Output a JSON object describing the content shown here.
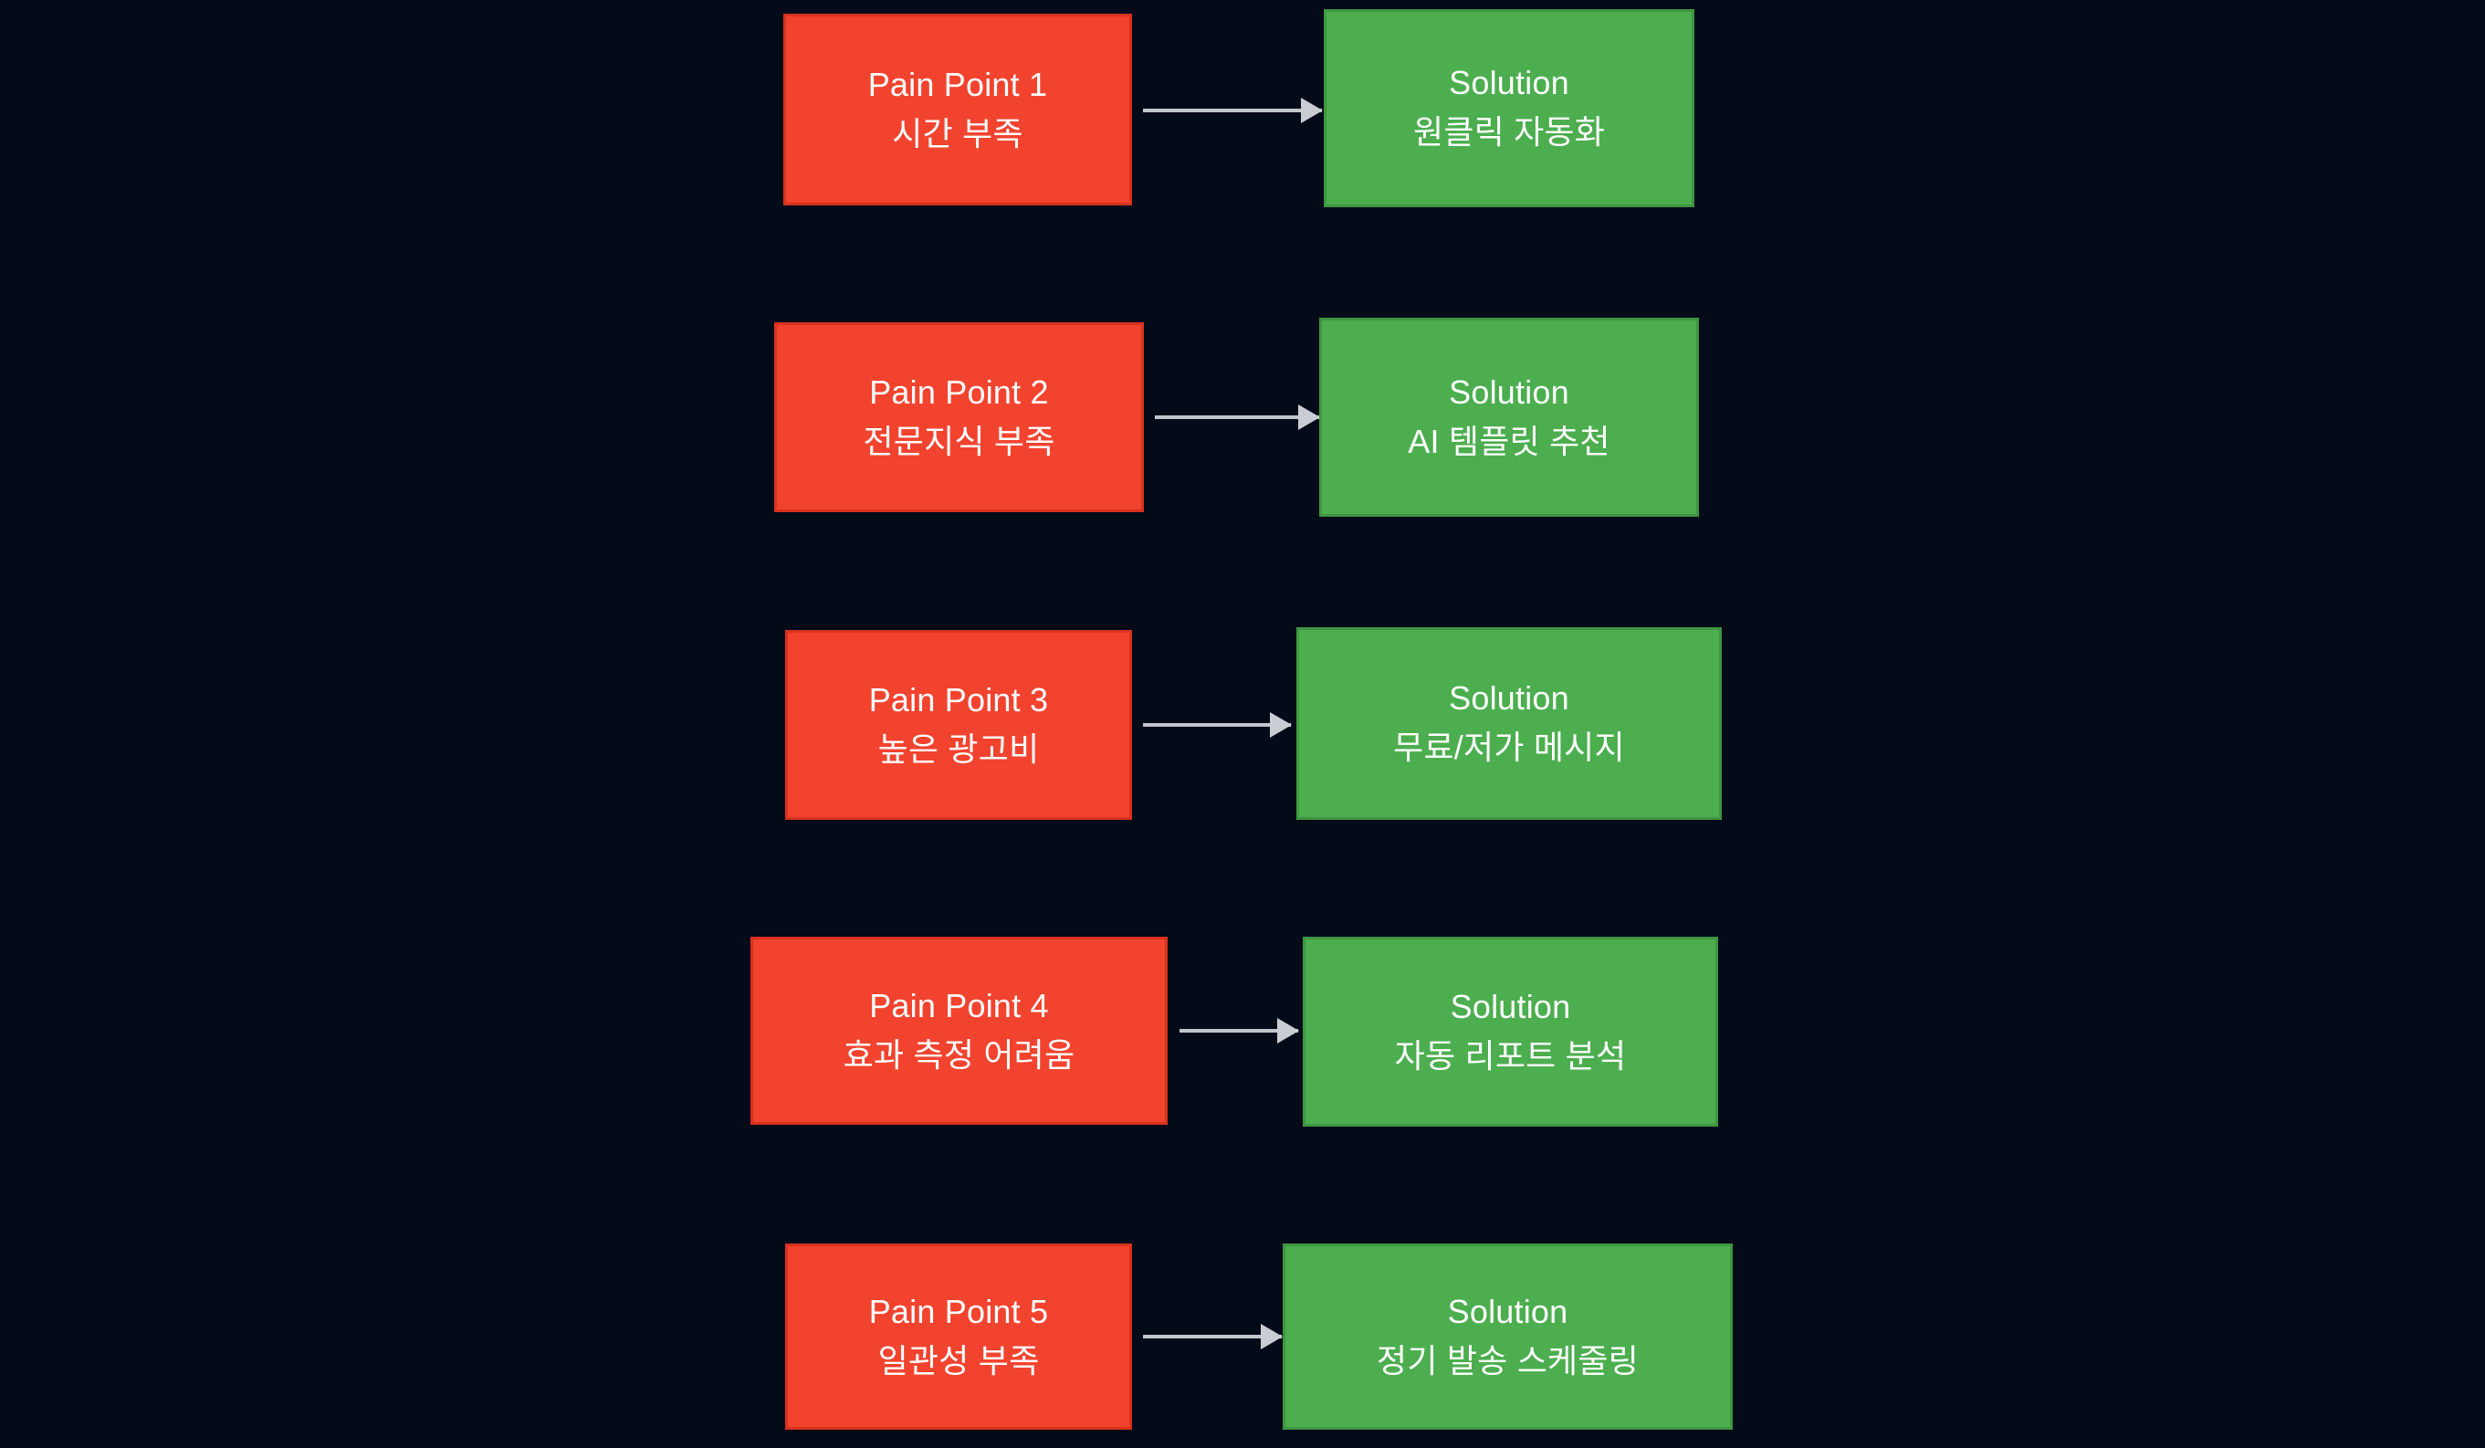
{
  "diagram": {
    "type": "pain-point-to-solution-flow",
    "background_color": "#030a18",
    "pain_color": "#f2432f",
    "pain_border_color": "#d8321f",
    "solution_color": "#4cae4f",
    "solution_border_color": "#3f9642",
    "arrow_color": "#c2c6cd",
    "text_color": "#ffffff",
    "rows": [
      {
        "pain": {
          "title": "Pain Point 1",
          "subtitle": "시간 부족"
        },
        "solution": {
          "title": "Solution",
          "subtitle": "원클릭 자동화"
        }
      },
      {
        "pain": {
          "title": "Pain Point 2",
          "subtitle": "전문지식 부족"
        },
        "solution": {
          "title": "Solution",
          "subtitle": "AI 템플릿 추천"
        }
      },
      {
        "pain": {
          "title": "Pain Point 3",
          "subtitle": "높은 광고비"
        },
        "solution": {
          "title": "Solution",
          "subtitle": "무료/저가 메시지"
        }
      },
      {
        "pain": {
          "title": "Pain Point 4",
          "subtitle": "효과 측정 어려움"
        },
        "solution": {
          "title": "Solution",
          "subtitle": "자동 리포트 분석"
        }
      },
      {
        "pain": {
          "title": "Pain Point 5",
          "subtitle": "일관성 부족"
        },
        "solution": {
          "title": "Solution",
          "subtitle": "정기 발송 스케줄링"
        }
      }
    ]
  }
}
